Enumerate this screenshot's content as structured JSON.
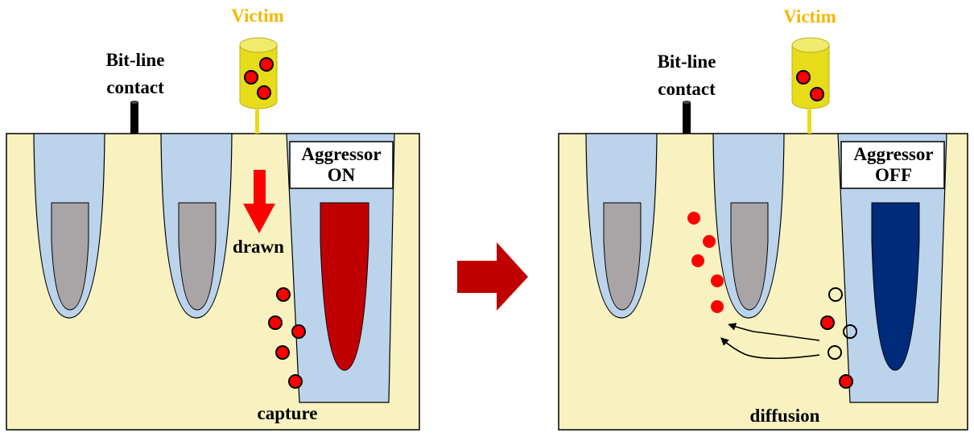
{
  "left_panel": {
    "victim_label": "Victim",
    "bitline_label_line1": "Bit-line",
    "bitline_label_line2": "contact",
    "aggressor_line1": "Aggressor",
    "aggressor_line2": "ON",
    "drawn_label": "drawn",
    "capture_label": "capture"
  },
  "right_panel": {
    "victim_label": "Victim",
    "bitline_label_line1": "Bit-line",
    "bitline_label_line2": "contact",
    "aggressor_line1": "Aggressor",
    "aggressor_line2": "OFF",
    "diffusion_label": "diffusion"
  },
  "colors": {
    "substrate": "#f7f2c0",
    "oxide": "#bcd3ec",
    "gate_idle": "#a9a4a5",
    "gate_on": "#c00000",
    "gate_off": "#002a7a",
    "electron": "#ff0000",
    "victim_cylinder": "#e6dc1a",
    "transition_arrow": "#c00000"
  }
}
